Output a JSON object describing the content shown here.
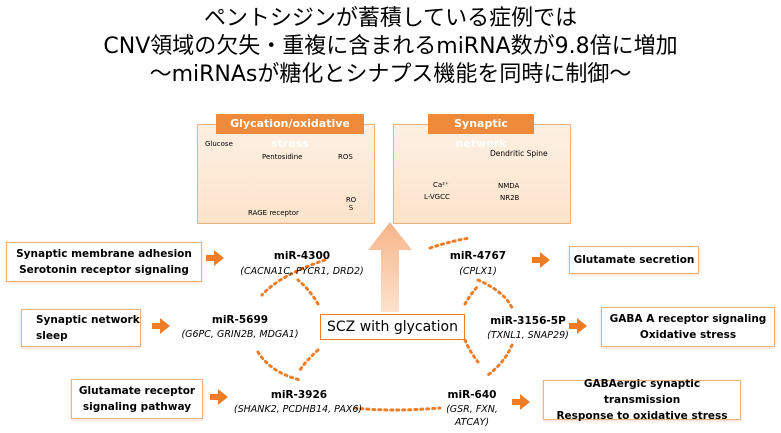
{
  "title": {
    "line1": "ペントシジンが蓄積している症例では",
    "line2": "CNV領域の欠失・重複に含まれるmiRNA数が9.8倍に増加",
    "line3": "〜miRNAsが糖化とシナプス機能を同時に制御〜"
  },
  "panels": {
    "glycation": {
      "header": "Glycation/oxidative stress",
      "glucose": "Glucose",
      "pentosidine": "Pentosidine",
      "ros_top": "ROS",
      "ros_bottom": "RO S",
      "rage": "RAGE receptor"
    },
    "synaptic": {
      "header": "Synaptic network",
      "spine": "Dendritic Spine",
      "ca": "Ca²⁺",
      "lvgcc": "L-VGCC",
      "nmda": "NMDA",
      "nr2b": "NR2B"
    }
  },
  "center": "SCZ with glycation",
  "mirnas": {
    "m4300": {
      "name": "miR-4300",
      "genes": "(CACNA1C, PYCR1, DRD2)"
    },
    "m5699": {
      "name": "miR-5699",
      "genes": "(G6PC, GRIN2B, MDGA1)"
    },
    "m3926": {
      "name": "miR-3926",
      "genes": "(SHANK2, PCDHB14, PAX6)"
    },
    "m4767": {
      "name": "miR-4767",
      "genes": "(CPLX1)"
    },
    "m3156": {
      "name": "miR-3156-5P",
      "genes": "(TXNL1, SNAP29)"
    },
    "m640": {
      "name": "miR-640",
      "genes_line1": "(GSR, FXN,",
      "genes_line2": "ATCAY)"
    }
  },
  "functions": {
    "left1": {
      "line1": "Synaptic membrane adhesion",
      "line2": "Serotonin receptor signaling"
    },
    "left2": {
      "line1": "Synaptic network",
      "line2": "sleep"
    },
    "left3": {
      "line1": "Glutamate receptor",
      "line2": "signaling pathway"
    },
    "right1": {
      "line1": "Glutamate secretion"
    },
    "right2": {
      "line1": "GABA A receptor signaling",
      "line2": "Oxidative stress"
    },
    "right3": {
      "line1": "GABAergic synaptic transmission",
      "line2": "Response to oxidative stress"
    }
  },
  "colors": {
    "accent": "#ee7d26",
    "panel_header": "#ee8a3a",
    "box_border": "#f0b27a"
  }
}
